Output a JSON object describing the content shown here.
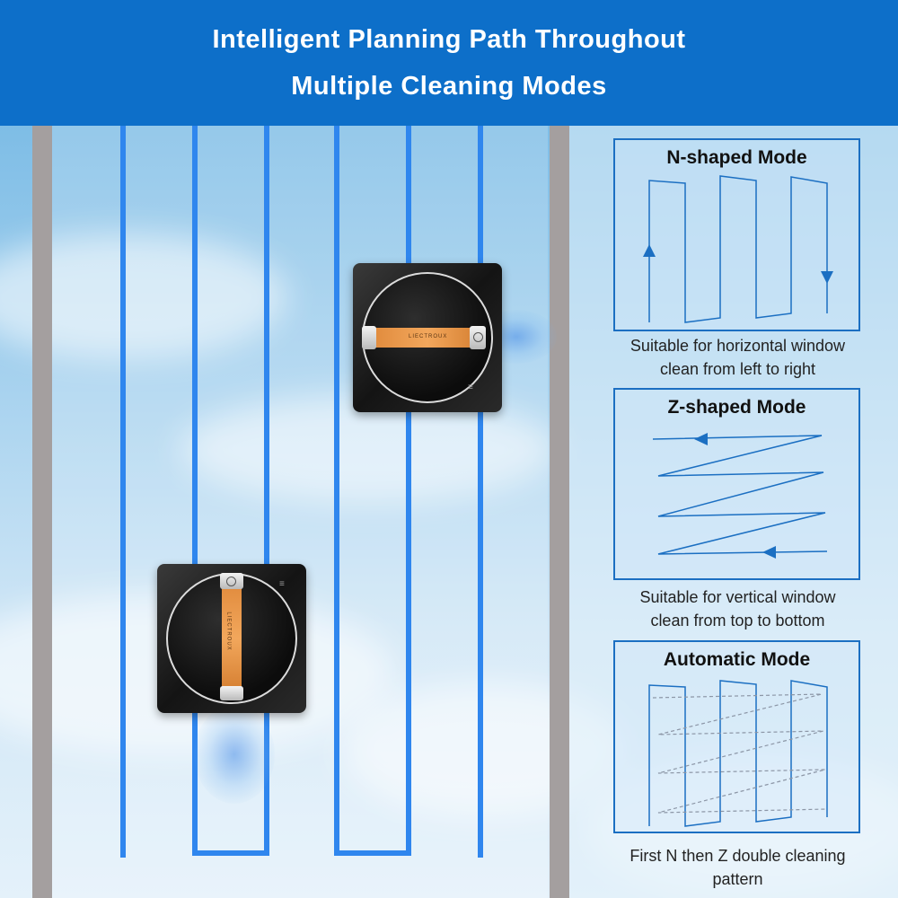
{
  "header": {
    "line1": "Intelligent Planning Path Throughout",
    "line2": "Multiple Cleaning Modes"
  },
  "robot": {
    "brand_text": "LIECTROUX"
  },
  "modes": [
    {
      "title": "N-shaped Mode",
      "caption_line1": "Suitable for horizontal window",
      "caption_line2": "clean from left to right"
    },
    {
      "title": "Z-shaped Mode",
      "caption_line1": "Suitable for vertical window",
      "caption_line2": "clean from top to bottom"
    },
    {
      "title": "Automatic Mode",
      "caption_line1": "First N then Z double cleaning",
      "caption_line2": "pattern"
    }
  ],
  "colors": {
    "header_bg": "#0d6fc9",
    "path_blue": "#2f86ee",
    "diagram_blue": "#1b6fc2",
    "frame_gray": "#a49f9f",
    "handle_orange": "#e8913f"
  }
}
